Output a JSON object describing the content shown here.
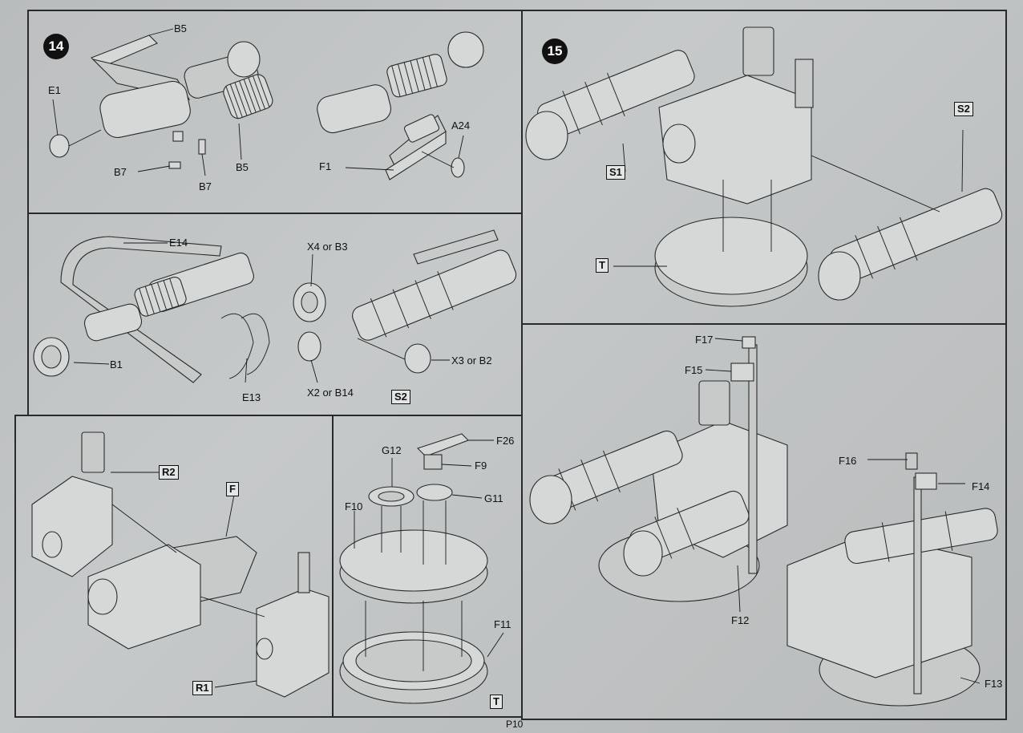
{
  "page": {
    "number": "P10"
  },
  "steps": [
    {
      "number": "14"
    },
    {
      "number": "15"
    }
  ],
  "panels": {
    "p14a": {
      "labels": {
        "b5_top": "B5",
        "e1": "E1",
        "b7_left": "B7",
        "b7_right": "B7",
        "b5_bottom": "B5"
      }
    },
    "p14b": {
      "labels": {
        "a24": "A24",
        "f1": "F1"
      }
    },
    "p14c": {
      "labels": {
        "e14": "E14",
        "b1": "B1",
        "e13": "E13"
      }
    },
    "p14d": {
      "labels": {
        "x4b3": "X4 or B3",
        "x3b2": "X3 or B2",
        "x2b14": "X2 or B14"
      },
      "ref": "S2"
    },
    "p15a": {
      "refs": {
        "s1": "S1",
        "s2": "S2",
        "t": "T"
      }
    },
    "pR": {
      "refs": {
        "r2": "R2",
        "f": "F",
        "r1": "R1"
      }
    },
    "pT": {
      "labels": {
        "f26": "F26",
        "g12": "G12",
        "f9": "F9",
        "g11": "G11",
        "f10": "F10",
        "f11": "F11"
      },
      "ref": "T"
    },
    "p15b": {
      "labels": {
        "f17": "F17",
        "f15": "F15",
        "f16": "F16",
        "f14": "F14",
        "f12": "F12",
        "f13": "F13"
      }
    }
  }
}
